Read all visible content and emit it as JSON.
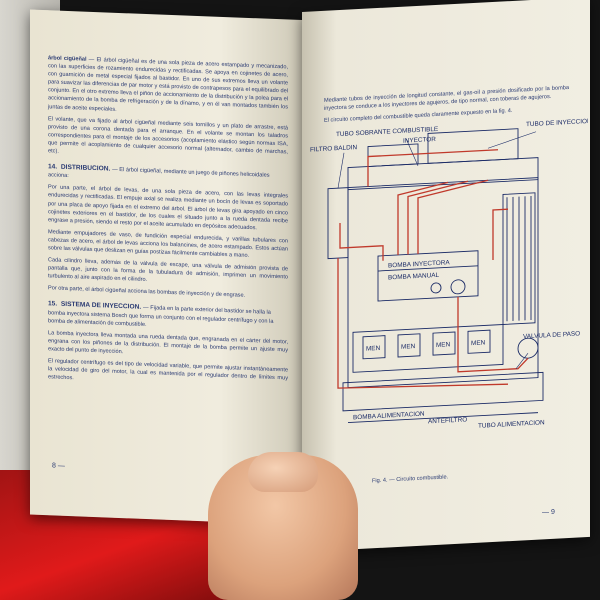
{
  "left_page": {
    "intro_bold": "árbol cigüeñal",
    "intro_text": "El árbol cigüeñal es de una sola pieza de acero estampado y mecanizado, con las superficies de rozamiento endurecidas y rectificadas. Se apoya en cojinetes de acero, con guarnición de metal especial fijados al bastidor. En uno de sus extremos lleva un volante para suavizar las diferencias de par motor y está provisto de contrapesos para el equilibrado del conjunto. En el otro extremo lleva el piñón de accionamiento de la distribución y la polea para el accionamiento de la bomba de refrigeración y de la dínamo, y en él van montados también los juntas de aceite especiales.",
    "volante_text": "El volante, que va fijado al árbol cigüeñal mediante seis tornillos y un plato de arrastre, está provisto de una corona dentada para el arranque. En el volante se montan los taladros correspondientes para el montaje de los accesorios (acoplamiento elástico según normas ISA, que permite el acoplamiento de cualquier accesorio normal (alternador, cambio de marchas, etc).",
    "section14_num": "14.",
    "section14_title": "DISTRIBUCION.",
    "section14_intro": "— El árbol cigüeñal, mediante un juego de piñones helicoidales acciona:",
    "section14_p1": "Por una parte, el árbol de levas, de una sola pieza de acero, con las levas integrales endurecidas y rectificadas. El empuje axial se realiza mediante un bocín de levas es soportado por una placa de apoyo fijada en el extremo del árbol. El árbol de levas gira apoyado en cinco cojinetes exteriores en el bastidor, de los cuales el situado junto a la rueda dentada recibe engrase a presión, siendo el resto por el aceite acumulado en depósitos adecuados.",
    "section14_p2": "Mediante empujadores de vaso, de fundición especial endurecida, y varillas tubulares con cabezas de acero, el árbol de levas acciona los balancines, de acero estampado. Estos actúan sobre las válvulas que deslizan en guías postizas fácilmente cambiables a mano.",
    "section14_p3": "Cada cilindro lleva, además de la válvula de escape, una válvula de admisión provista de pantalla que, junto con la forma de la tubuladura de admisión, imprimen un movimiento turbulento al aire aspirado en el cilindro.",
    "section14_p4": "Por otra parte, el árbol cigüeñal acciona las bombas de inyección y de engrase.",
    "section15_num": "15.",
    "section15_title": "SISTEMA DE INYECCION.",
    "section15_intro": "— Fijada en la parte exterior del bastidor se halla la bomba inyectora sistema Bosch que forma un conjunto con el regulador centrífugo y con la bomba de alimentación de combustible.",
    "section15_p1": "La bomba inyectora lleva montada una rueda dentada que, engranada en el cárter del motor, engrana con los piñones de la distribución. El montaje de la bomba permite un ajuste muy exacto del punto de inyección.",
    "section15_p2": "El regulador centrífugo es del tipo de velocidad variable, que permite ajustar instantáneamente la velocidad de giro del motor, la cual es mantenida por el regulador dentro de límites muy estrechos.",
    "folio": "8 —"
  },
  "right_page": {
    "intro_text": "Mediante tubos de inyección de longitud constante, el gas-oil a presión dosificado por la bomba inyectora se conduce a los inyectores de agujeros, de tipo normal, con toberas de agujeros.",
    "intro_text2": "El circuito completo del combustible queda claramente expuesto en la fig. 4.",
    "caption": "Fig. 4. — Circuito combustible.",
    "folio": "— 9",
    "diagram_labels": {
      "tubo_inyeccion": "TUBO DE INYECCION",
      "tubo_sobrante": "TUBO SOBRANTE COMBUSTIBLE",
      "inyector": "INYECTOR",
      "filtro": "FILTRO BALDIN",
      "bomba_inyectora": "BOMBA INYECTORA",
      "bomba_manual": "BOMBA MANUAL",
      "valvula_paso": "VALVULA DE PASO",
      "bomba_alimentacion": "BOMBA ALIMENTACION",
      "antefiltro": "ANTEFILTRO",
      "tubo_alimentacion": "TUBO ALIMENTACION",
      "men": "MEN"
    }
  }
}
